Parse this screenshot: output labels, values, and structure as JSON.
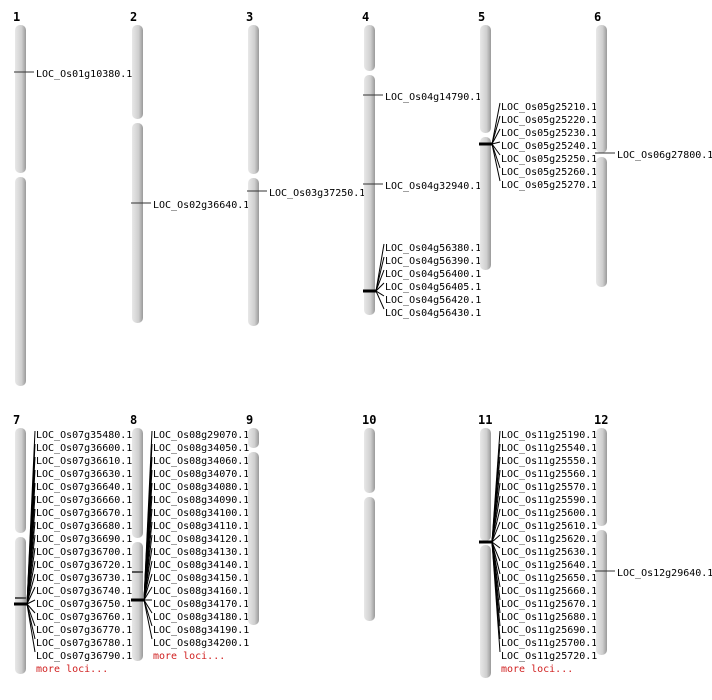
{
  "chromosomes": [
    {
      "name": "1",
      "loci": [
        "LOC_Os01g10380.1"
      ]
    },
    {
      "name": "2",
      "loci": [
        "LOC_Os02g36640.1"
      ]
    },
    {
      "name": "3",
      "loci": [
        "LOC_Os03g37250.1"
      ]
    },
    {
      "name": "4",
      "loci": [
        "LOC_Os04g14790.1",
        "LOC_Os04g32940.1",
        "LOC_Os04g56380.1",
        "LOC_Os04g56390.1",
        "LOC_Os04g56400.1",
        "LOC_Os04g56405.1",
        "LOC_Os04g56420.1",
        "LOC_Os04g56430.1"
      ]
    },
    {
      "name": "5",
      "loci": [
        "LOC_Os05g25210.1",
        "LOC_Os05g25220.1",
        "LOC_Os05g25230.1",
        "LOC_Os05g25240.1",
        "LOC_Os05g25250.1",
        "LOC_Os05g25260.1",
        "LOC_Os05g25270.1"
      ]
    },
    {
      "name": "6",
      "loci": [
        "LOC_Os06g27800.1"
      ]
    },
    {
      "name": "7",
      "loci": [
        "LOC_Os07g35480.1",
        "LOC_Os07g36600.1",
        "LOC_Os07g36610.1",
        "LOC_Os07g36630.1",
        "LOC_Os07g36640.1",
        "LOC_Os07g36660.1",
        "LOC_Os07g36670.1",
        "LOC_Os07g36680.1",
        "LOC_Os07g36690.1",
        "LOC_Os07g36700.1",
        "LOC_Os07g36720.1",
        "LOC_Os07g36730.1",
        "LOC_Os07g36740.1",
        "LOC_Os07g36750.1",
        "LOC_Os07g36760.1",
        "LOC_Os07g36770.1",
        "LOC_Os07g36780.1",
        "LOC_Os07g36790.1"
      ],
      "more": "more loci..."
    },
    {
      "name": "8",
      "loci": [
        "LOC_Os08g29070.1",
        "LOC_Os08g34050.1",
        "LOC_Os08g34060.1",
        "LOC_Os08g34070.1",
        "LOC_Os08g34080.1",
        "LOC_Os08g34090.1",
        "LOC_Os08g34100.1",
        "LOC_Os08g34110.1",
        "LOC_Os08g34120.1",
        "LOC_Os08g34130.1",
        "LOC_Os08g34140.1",
        "LOC_Os08g34150.1",
        "LOC_Os08g34160.1",
        "LOC_Os08g34170.1",
        "LOC_Os08g34180.1",
        "LOC_Os08g34190.1",
        "LOC_Os08g34200.1"
      ],
      "more": "more loci..."
    },
    {
      "name": "9",
      "loci": []
    },
    {
      "name": "10",
      "loci": []
    },
    {
      "name": "11",
      "loci": [
        "LOC_Os11g25190.1",
        "LOC_Os11g25540.1",
        "LOC_Os11g25550.1",
        "LOC_Os11g25560.1",
        "LOC_Os11g25570.1",
        "LOC_Os11g25590.1",
        "LOC_Os11g25600.1",
        "LOC_Os11g25610.1",
        "LOC_Os11g25620.1",
        "LOC_Os11g25630.1",
        "LOC_Os11g25640.1",
        "LOC_Os11g25650.1",
        "LOC_Os11g25660.1",
        "LOC_Os11g25670.1",
        "LOC_Os11g25680.1",
        "LOC_Os11g25690.1",
        "LOC_Os11g25700.1",
        "LOC_Os11g25720.1"
      ],
      "more": "more loci..."
    },
    {
      "name": "12",
      "loci": [
        "LOC_Os12g29640.1"
      ]
    }
  ],
  "colors": {
    "chromosome": "#d4d4d4",
    "more_link": "#d02020"
  }
}
